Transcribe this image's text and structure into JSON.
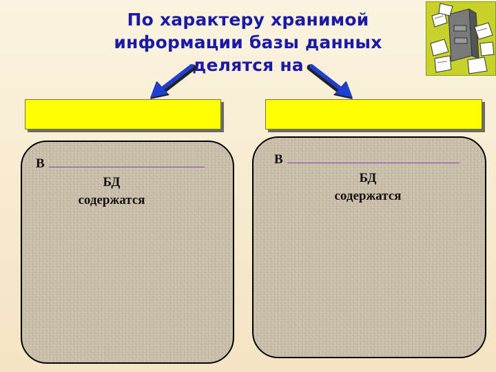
{
  "title": {
    "line1": "По  характеру  хранимой",
    "line2": "информации базы данных",
    "line3": "делятся на"
  },
  "clipart": {
    "icon": "filing-cabinet-papers-icon"
  },
  "colors": {
    "title": "#1a1aa6",
    "arrow": "#1f3fd0",
    "box_fill": "#ffff00",
    "underline": "#7b3fb0"
  },
  "left_box": {
    "label": ""
  },
  "right_box": {
    "label": ""
  },
  "left_panel": {
    "prefix": "В",
    "line1": "БД",
    "line2": "содержатся"
  },
  "right_panel": {
    "prefix": "В",
    "line1": "БД",
    "line2": "содержатся"
  }
}
